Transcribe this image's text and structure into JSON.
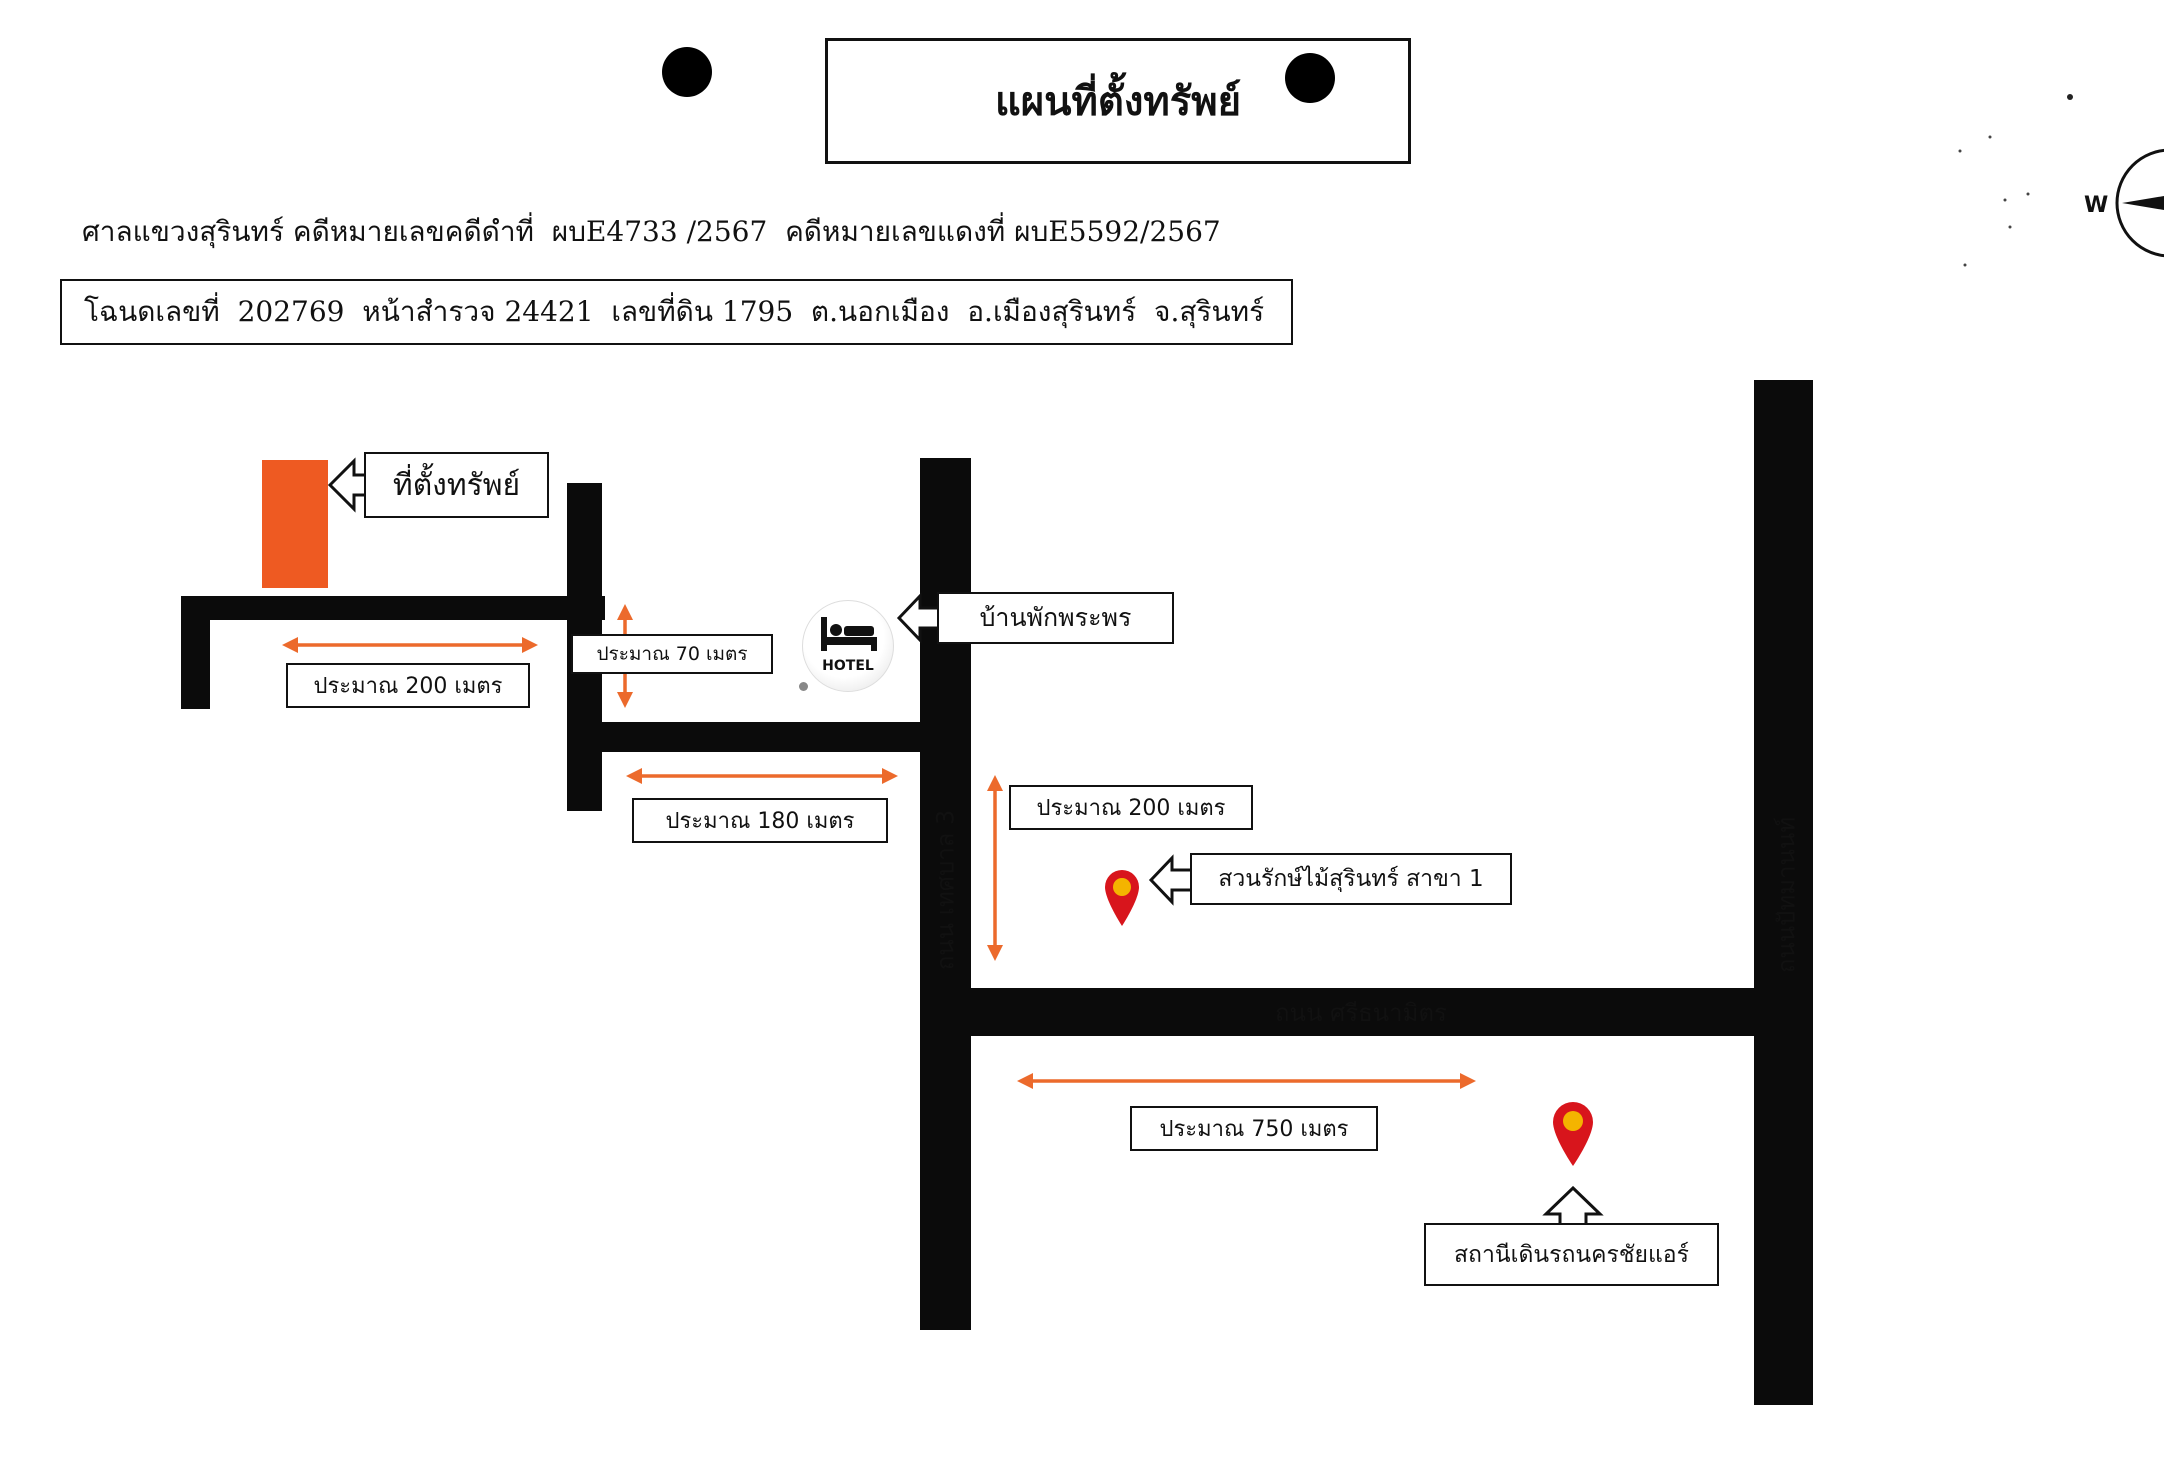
{
  "title": "แผนที่ตั้งทรัพย์",
  "case_line": "ศาลแขวงสุรินทร์ คดีหมายเลขคดีดำที่  ผบE4733 /2567  คดีหมายเลขแดงที่ ผบE5592/2567",
  "deed_line": "โฉนดเลขที่  202769  หน้าสำรวจ 24421  เลขที่ดิน 1795  ต.นอกเมือง  อ.เมืองสุรินทร์  จ.สุรินทร์",
  "compass": {
    "west_letter": "W"
  },
  "colors": {
    "road": "#0b0b0b",
    "arrow": "#ec6a2c",
    "property": "#ee5a22",
    "pin": "#d8151c",
    "pin_dot": "#f4b400"
  },
  "landmarks": {
    "property_label": "ที่ตั้งทรัพย์",
    "hotel_label": "บ้านพักพระพร",
    "hotel_icon_text": "HOTEL",
    "garden_label": "สวนรักษ์ไม้สุรินทร์ สาขา 1",
    "bus_label": "สถานีเดินรถนครชัยแอร์"
  },
  "distances": {
    "d200_left": "ประมาณ 200 เมตร",
    "d70": "ประมาณ 70 เมตร",
    "d180": "ประมาณ 180 เมตร",
    "d200_right": "ประมาณ 200 เมตร",
    "d750": "ประมาณ 750 เมตร"
  },
  "roads": {
    "thetsaban3": "ถนน เทศบาล 3",
    "srithanamit": "ถนน ศรีธนามิตร",
    "pattamanon": "ถนนปัทมานนท์"
  }
}
